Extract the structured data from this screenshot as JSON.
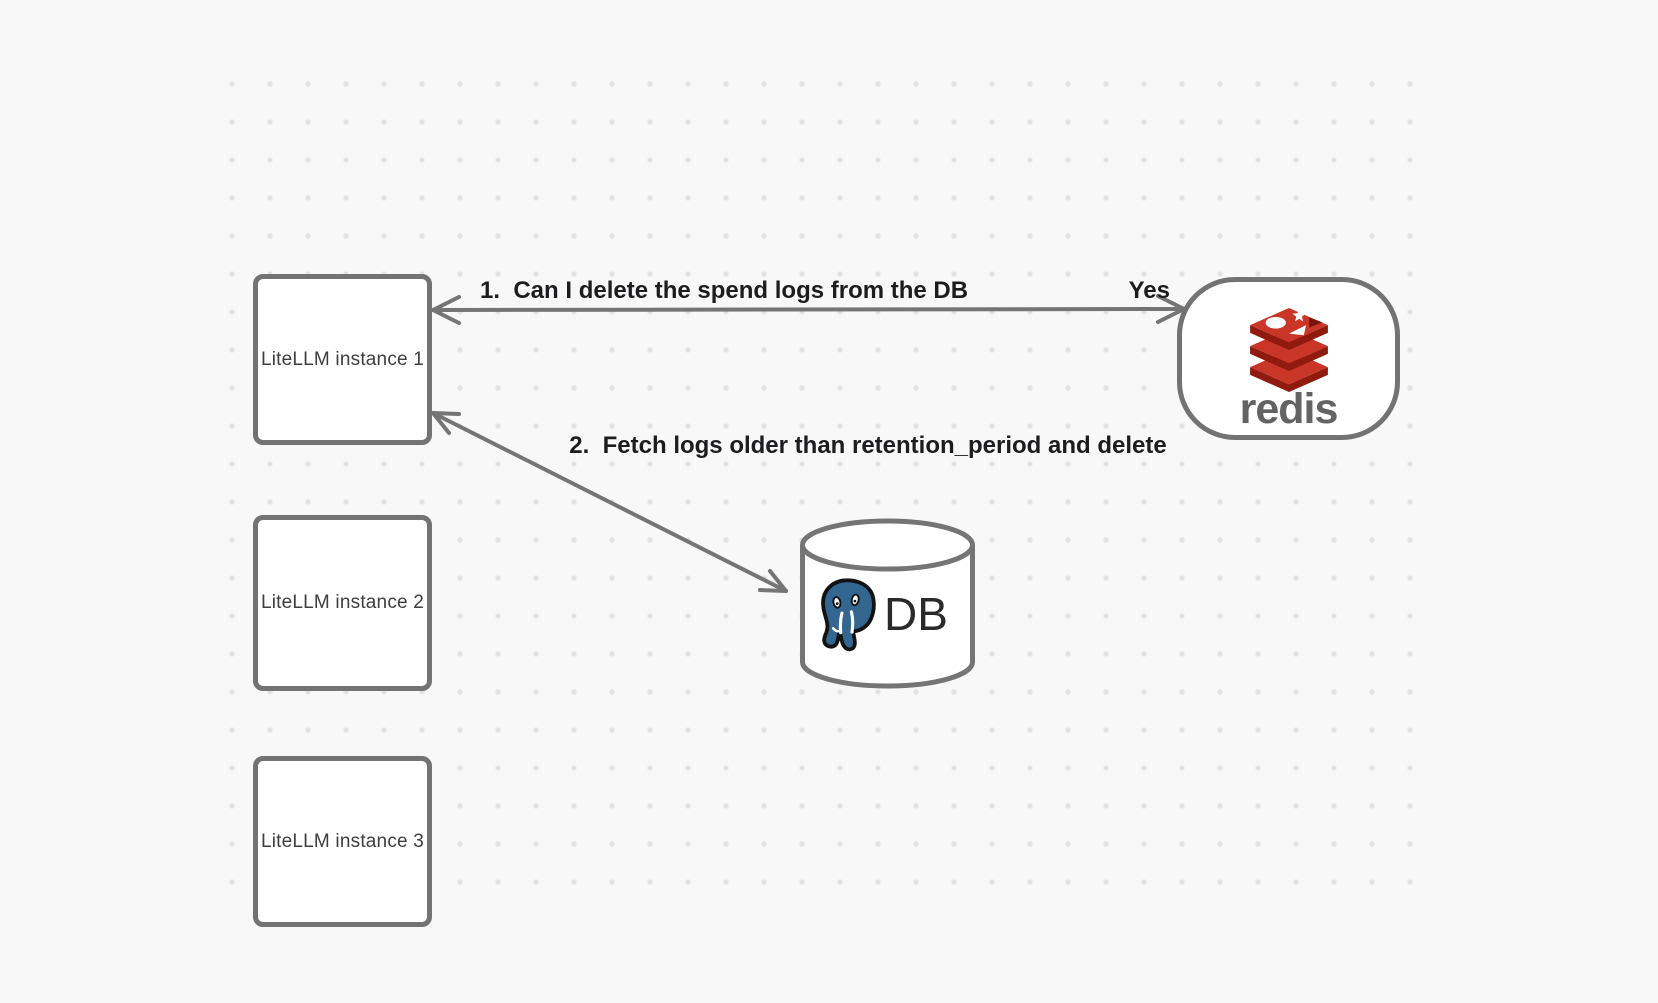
{
  "diagram": {
    "instances": [
      {
        "label": "LiteLLM instance 1"
      },
      {
        "label": "LiteLLM instance 2"
      },
      {
        "label": "LiteLLM instance 3"
      }
    ],
    "redis_node": {
      "wordmark": "redis"
    },
    "db_node": {
      "label": "DB"
    },
    "flows": {
      "flow1": {
        "label": "1.  Can I delete the spend logs from the DB",
        "answer": "Yes"
      },
      "flow2": {
        "label": "2.  Fetch logs older than retention_period and delete"
      }
    },
    "colors": {
      "background": "#f8f8f8",
      "grid_dot": "#e2e2e2",
      "stroke_gray": "#757575",
      "label_text": "#1d1d1f",
      "node_text": "#3e3e3e",
      "redis_red": "#c93527",
      "redis_dark_red": "#8f1a0d",
      "redis_wordmark_gray": "#636363",
      "postgres_blue": "#336791"
    }
  }
}
